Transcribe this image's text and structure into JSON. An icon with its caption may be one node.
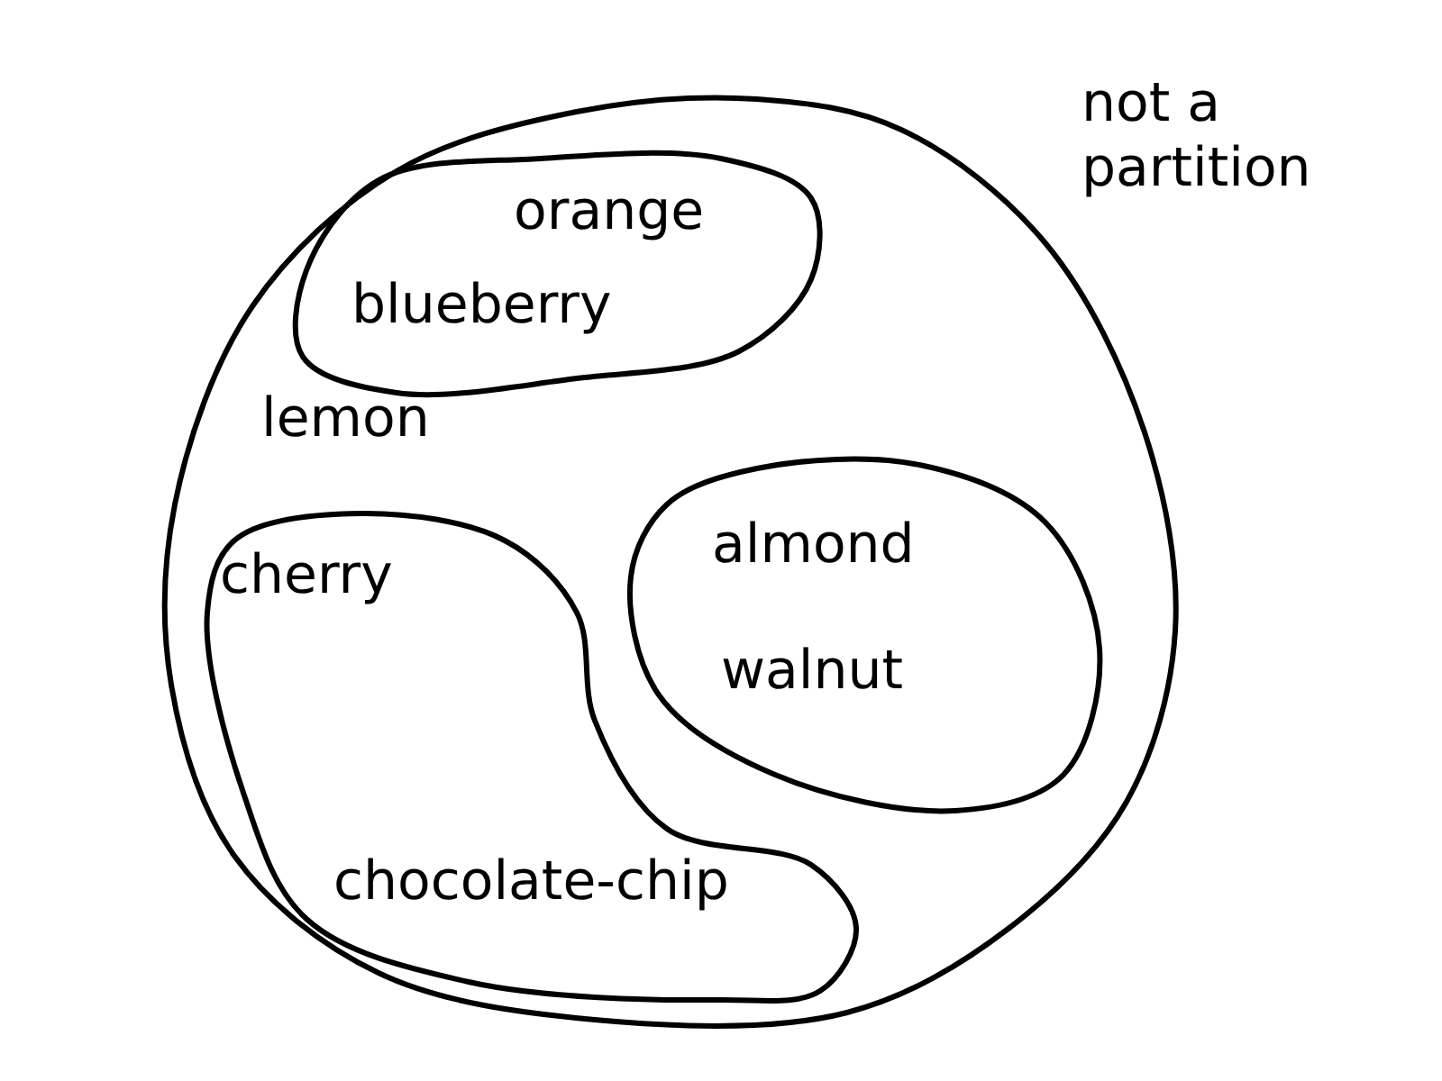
{
  "diagram": {
    "nodes": [
      {
        "text": [
          "lemon"
        ]
      },
      {
        "text": [
          "orange",
          "blueberry"
        ],
        "in": 0
      },
      {
        "text": [
          "almond",
          "walnut"
        ],
        "in": 0
      },
      {
        "text": [
          "cherry",
          "chocolate-chip"
        ],
        "in": 0
      }
    ],
    "labels": [
      "not a partition"
    ]
  }
}
